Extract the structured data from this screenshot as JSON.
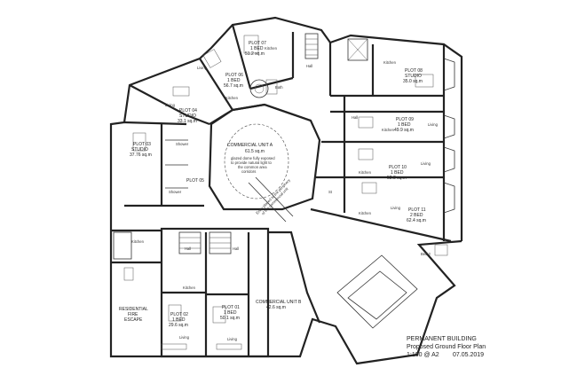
{
  "title_block": {
    "line1": "PERMANENT BUILDING",
    "line2": "Proposed Ground Floor Plan",
    "scale": "1:100 @ A2",
    "date": "07.05.2019"
  },
  "plots": [
    {
      "id": "plot07",
      "name": "PLOT 07",
      "type": "1 BED",
      "area": "51.2 sq.m"
    },
    {
      "id": "plot06",
      "name": "PLOT 06",
      "type": "1 BED",
      "area": "56.7 sq.m"
    },
    {
      "id": "plot04",
      "name": "PLOT 04",
      "type": "STUDIO",
      "area": "33.1 sq.m"
    },
    {
      "id": "plot03",
      "name": "PLOT 03",
      "type": "STUDIO",
      "area": "37.76 sq.m"
    },
    {
      "id": "plot05",
      "name": "PLOT 05",
      "type": "",
      "area": ""
    },
    {
      "id": "plot08",
      "name": "PLOT 08",
      "type": "STUDIO",
      "area": "35.0 sq.m"
    },
    {
      "id": "plot09",
      "name": "PLOT 09",
      "type": "1 BED",
      "area": "49.9 sq.m"
    },
    {
      "id": "plot10",
      "name": "PLOT 10",
      "type": "1 BED",
      "area": "52.8 sq.m"
    },
    {
      "id": "plot11",
      "name": "PLOT 11",
      "type": "2 BED",
      "area": "62.4 sq.m"
    },
    {
      "id": "plot02",
      "name": "PLOT 02",
      "type": "1 BED",
      "area": "29.6 sq.m"
    },
    {
      "id": "plot01",
      "name": "PLOT 01",
      "type": "1 BED",
      "area": "50.1 sq.m"
    }
  ],
  "commercial_a": {
    "name": "COMMERCIAL UNIT A",
    "area": "61.5 sq.m",
    "note1": "glazed dome fully exposed",
    "note2": "to provide natural light to",
    "note3": "the common area",
    "note4": "corridors"
  },
  "commercial_b": {
    "name": "COMMERCIAL UNIT B",
    "area": "42.6 sq.m"
  },
  "fire_escape": {
    "line1": "RESIDENTIAL",
    "line2": "FIRE",
    "line3": "ESCAPE"
  },
  "entry_note": {
    "line1": "Entry placed to the periphery",
    "line2": "of the commercial unit"
  },
  "room_labels": {
    "kitchen": "Kitchen",
    "living": "Living",
    "hall": "Hall",
    "bath": "Bath",
    "shower": "Shower",
    "bed2": "Bed 2",
    "store": "St"
  }
}
